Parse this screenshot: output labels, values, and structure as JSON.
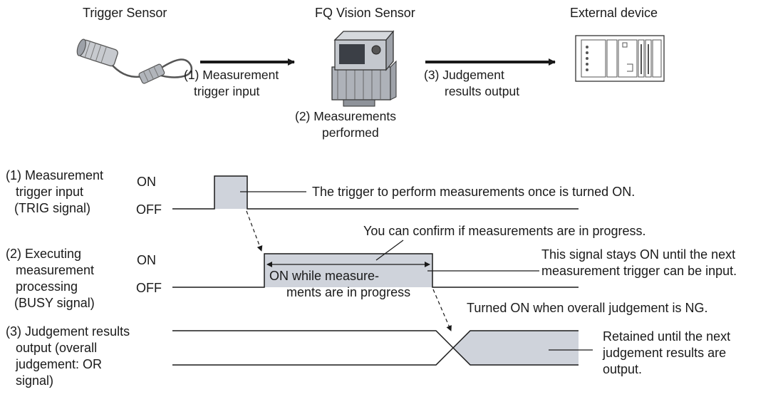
{
  "devices": {
    "trigger_sensor": "Trigger Sensor",
    "vision_sensor": "FQ Vision Sensor",
    "external_device": "External device"
  },
  "flow": {
    "step1": [
      "(1) Measurement",
      "trigger input"
    ],
    "step2": [
      "(2) Measurements",
      "performed"
    ],
    "step3": [
      "(3) Judgement",
      "results output"
    ]
  },
  "timing": {
    "on_label": "ON",
    "off_label": "OFF",
    "signal1": [
      "(1) Measurement",
      "trigger input",
      "(TRIG signal)"
    ],
    "signal2": [
      "(2) Executing",
      "measurement",
      "processing",
      "(BUSY signal)"
    ],
    "signal3": [
      "(3) Judgement results",
      "output (overall",
      "judgement: OR",
      "signal)"
    ],
    "note_trigger": "The trigger to perform measurements once is turned ON.",
    "note_confirm": "You can confirm if measurements are in progress.",
    "note_busy_on": [
      "ON while measure-",
      "ments are in progress"
    ],
    "note_busy_stays": [
      "This signal stays ON until the next",
      "measurement trigger can be input."
    ],
    "note_ng": "Turned ON when overall judgement is NG.",
    "note_retained": [
      "Retained until the next",
      "judgement results are",
      "output."
    ]
  },
  "colors": {
    "pulse_fill": "#cfd3db",
    "line": "#1a1a1a",
    "device_body": "#b9bdc4"
  }
}
